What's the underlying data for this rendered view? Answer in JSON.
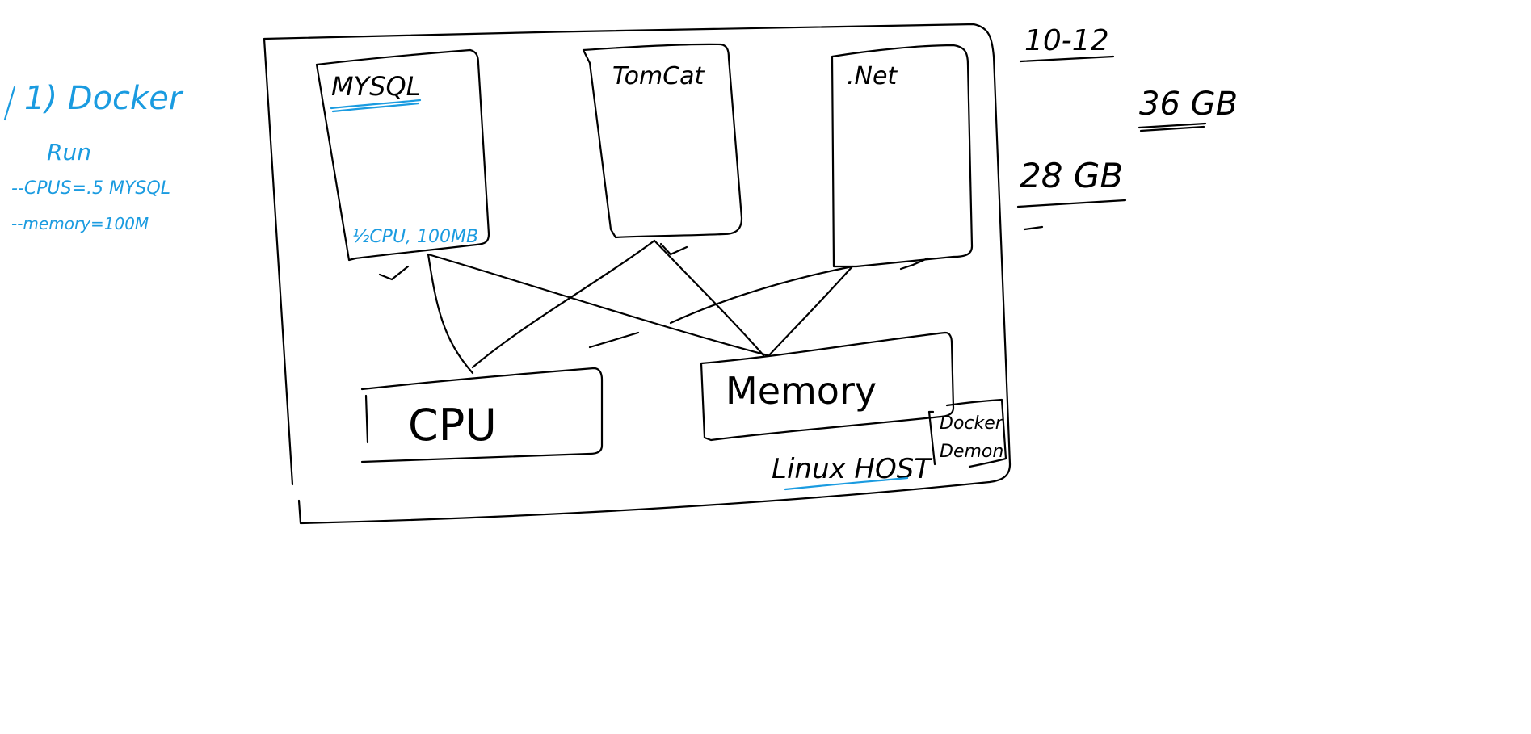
{
  "notes": {
    "heading": "1) Docker",
    "subheading": "Run",
    "option_cpus": "--CPUS=.5 MYSQL",
    "option_memory": "--memory=100M"
  },
  "containers": {
    "mysql": {
      "label": "MYSQL",
      "limit_note": "½CPU, 100MB"
    },
    "tomcat": {
      "label": "TomCat"
    },
    "dotnet": {
      "label": ".Net"
    }
  },
  "resources": {
    "cpu": "CPU",
    "memory": "Memory"
  },
  "host": {
    "label": "Linux HOST",
    "daemon_line1": "Docker",
    "daemon_line2": "Demon"
  },
  "side_figures": {
    "range": "10-12",
    "ram_total": "36 GB",
    "ram_used": "28 GB"
  },
  "colors": {
    "ink": "#000000",
    "blue_ink": "#1a9be0"
  }
}
